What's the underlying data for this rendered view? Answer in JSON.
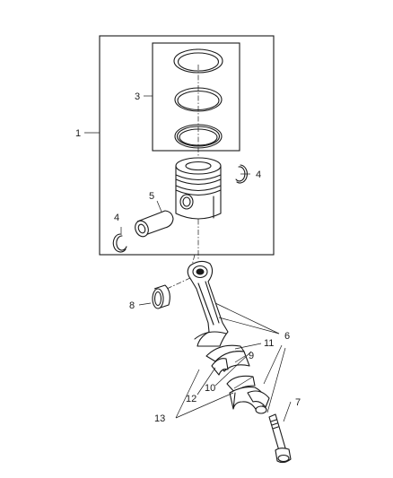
{
  "callouts": {
    "piston_assembly": "1",
    "ring_set": "3",
    "retainer_upper": "4",
    "retainer_lower": "4",
    "piston_pin": "5",
    "connecting_rod": "6",
    "rod_bolt": "7",
    "pin_bushing": "8",
    "bearing_9": "9",
    "bearing_10": "10",
    "bearing_11": "11",
    "bearing_12": "12",
    "bearing_13": "13"
  }
}
